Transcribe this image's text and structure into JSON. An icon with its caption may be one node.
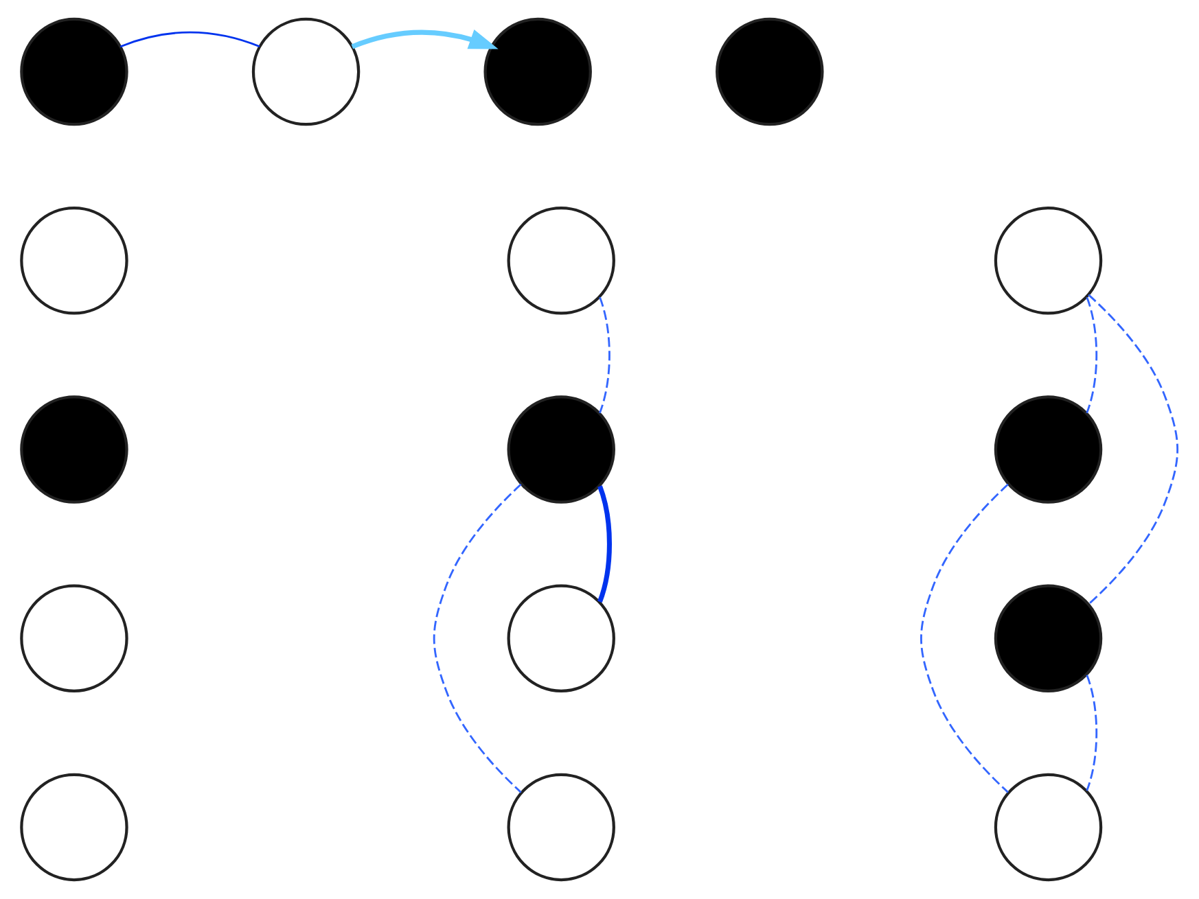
{
  "diagram": {
    "nodes": [
      {
        "text": [],
        "shape": "circle"
      },
      {
        "text": [],
        "shape": "circle"
      },
      {
        "text": [],
        "shape": "circle"
      },
      {
        "text": [],
        "shape": "circle"
      },
      {
        "text": [],
        "shape": "circle"
      },
      {
        "text": [],
        "shape": "circle"
      },
      {
        "text": [],
        "shape": "circle"
      },
      {
        "text": [],
        "shape": "circle"
      },
      {
        "text": [],
        "shape": "circle"
      },
      {
        "text": [],
        "shape": "circle"
      },
      {
        "text": [],
        "shape": "circle"
      },
      {
        "text": [],
        "shape": "circle"
      },
      {
        "text": [],
        "shape": "circle"
      },
      {
        "text": [],
        "shape": "circle"
      },
      {
        "text": [],
        "shape": "circle"
      },
      {
        "text": [],
        "shape": "circle"
      }
    ],
    "edges": [
      {
        "from": 0,
        "to": 1,
        "arrow": "none",
        "color": "#0033ee"
      },
      {
        "from": 1,
        "to": 2,
        "arrow": "to",
        "color": "#66ccff",
        "style": "thick"
      },
      {
        "from": 5,
        "to": 8,
        "arrow": "none",
        "style": "dashed"
      },
      {
        "from": 6,
        "to": 9,
        "arrow": "none",
        "style": "dashed"
      },
      {
        "from": 6,
        "to": 12,
        "arrow": "none",
        "style": "dashed"
      },
      {
        "from": 8,
        "to": 11,
        "arrow": "none",
        "style": "thick",
        "color": "#0033ee"
      },
      {
        "from": 8,
        "to": 14,
        "arrow": "none",
        "style": "dashed"
      },
      {
        "from": 9,
        "to": 15,
        "arrow": "none",
        "style": "dashed"
      },
      {
        "from": 12,
        "to": 15,
        "arrow": "none",
        "style": "dashed"
      }
    ]
  }
}
